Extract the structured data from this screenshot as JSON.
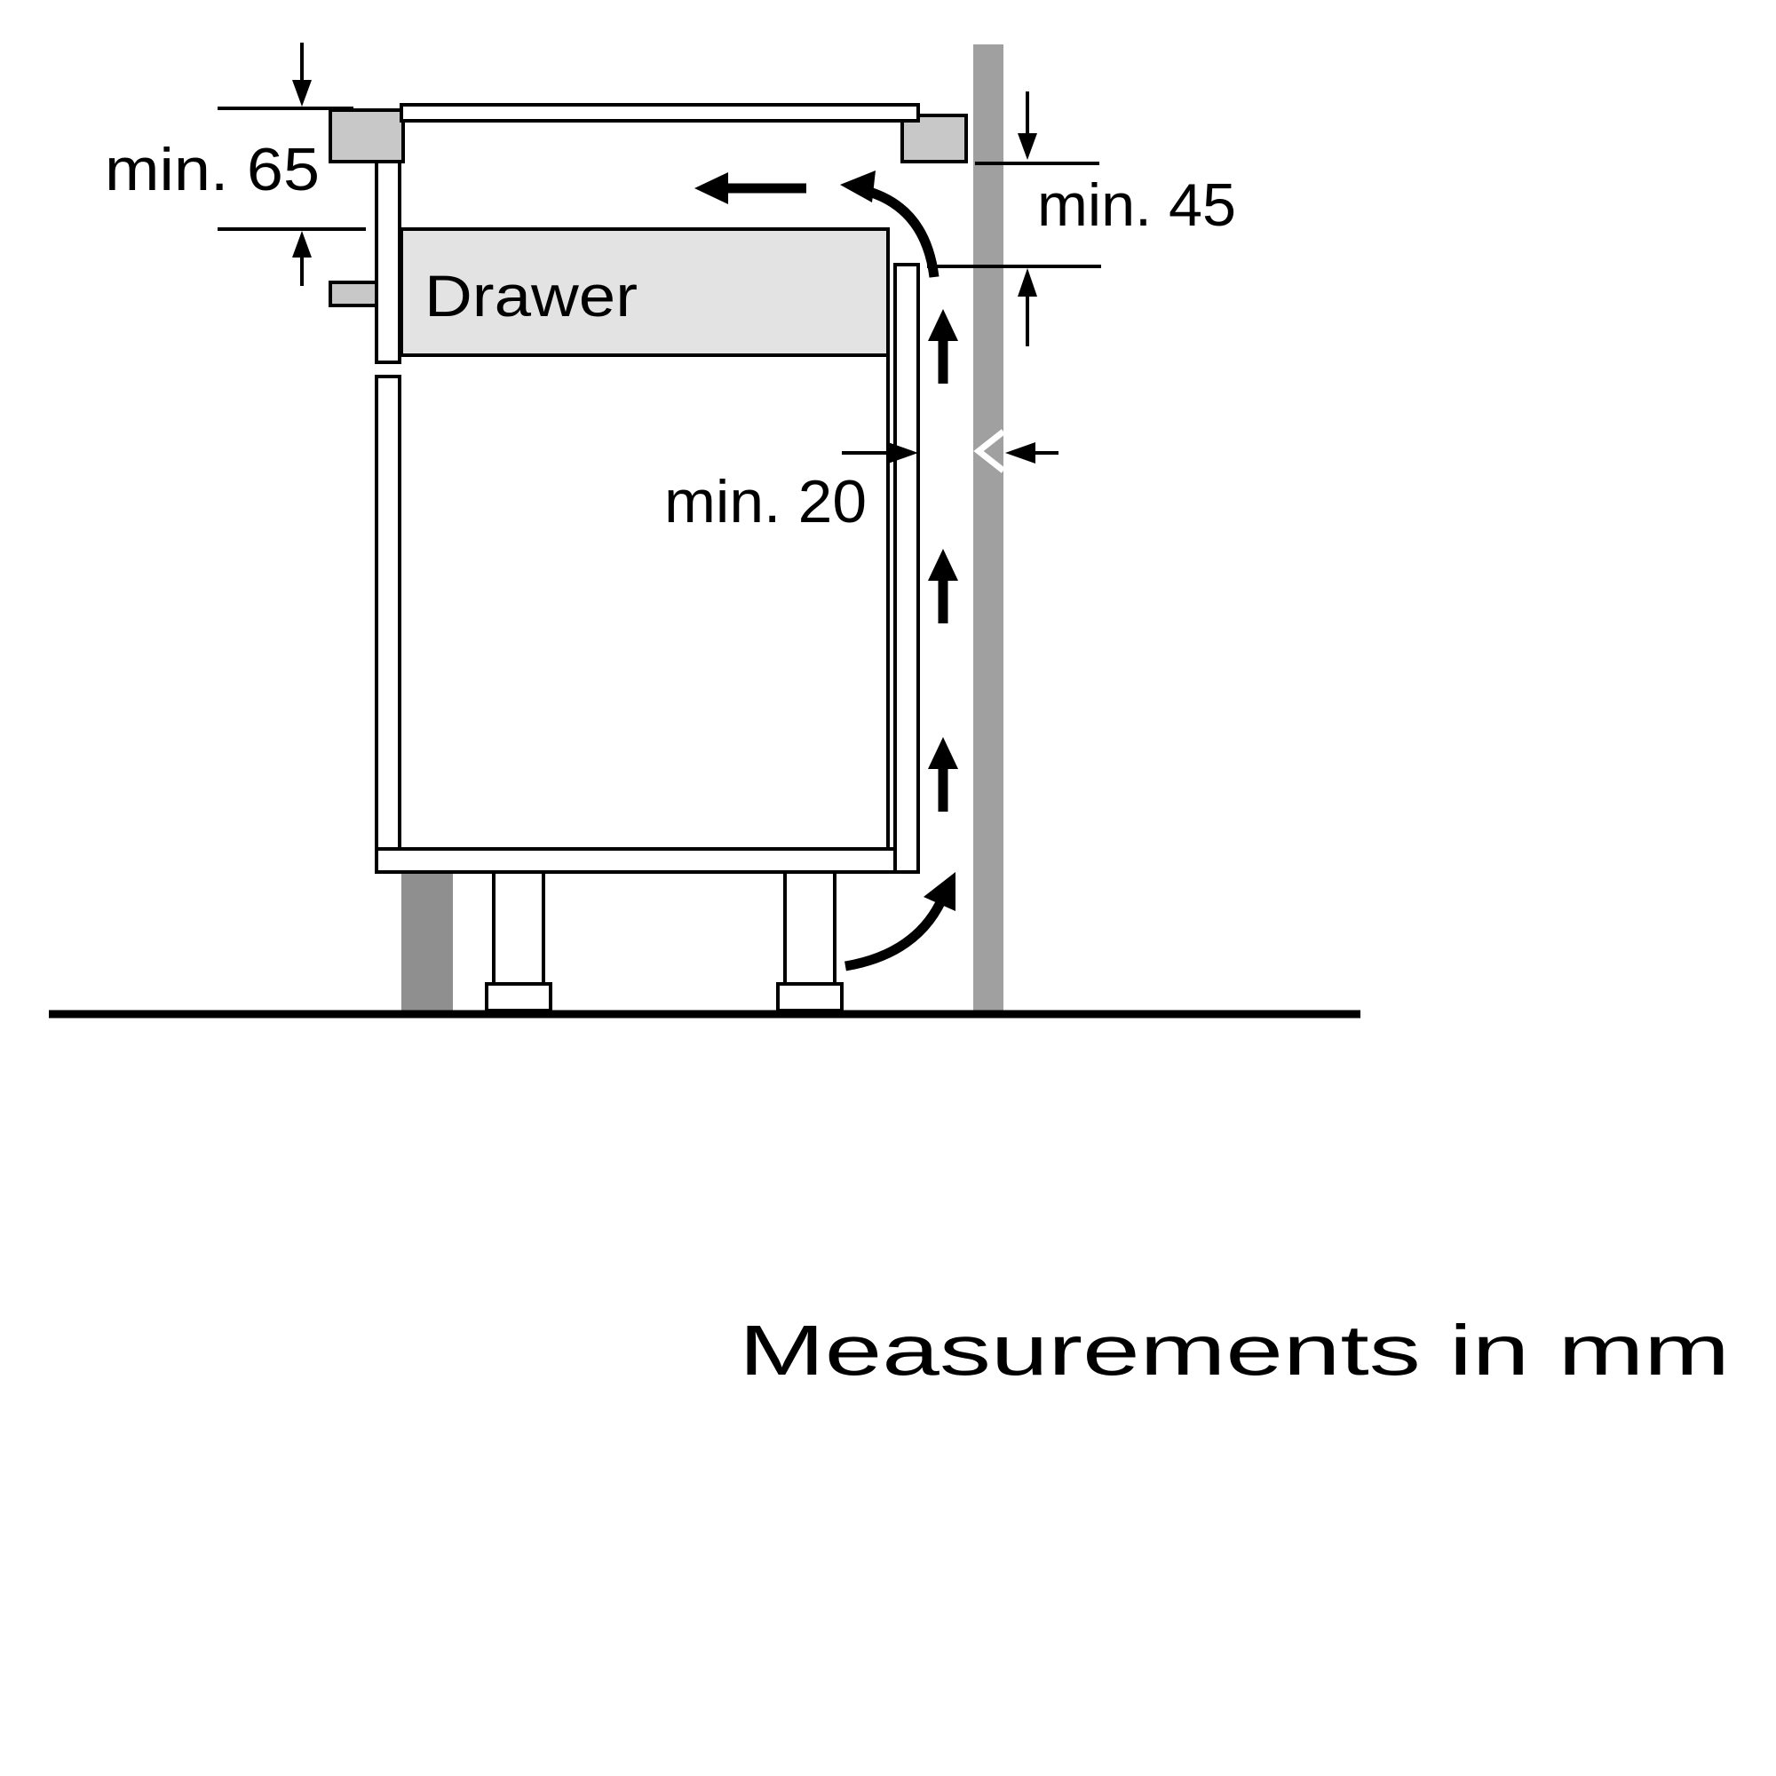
{
  "diagram": {
    "title": "Hob installation side-view ventilation diagram",
    "labels": {
      "min65": "min. 65",
      "min45": "min. 45",
      "min20": "min. 20",
      "drawer": "Drawer",
      "footer": "Measurements in mm"
    },
    "dimensions_mm": {
      "hob_body_clearance": 65,
      "rear_worktop_clearance": 45,
      "wall_gap": 20
    },
    "colors": {
      "line": "#000000",
      "wall_fill": "#a0a0a0",
      "worktop_fill": "#c8c8c8",
      "drawer_fill": "#e3e3e3",
      "plinth_fill": "#8f8f8f",
      "background": "#ffffff"
    }
  }
}
